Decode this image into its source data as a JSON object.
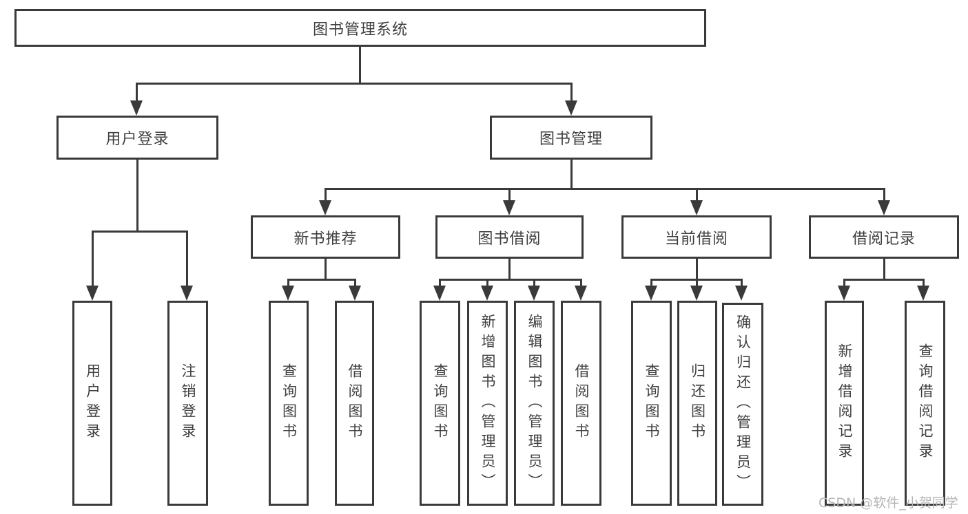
{
  "tree": {
    "root": "图书管理系统",
    "branches": [
      {
        "label": "用户登录",
        "children": [
          "用户登录",
          "注销登录"
        ]
      },
      {
        "label": "图书管理",
        "children": [
          {
            "label": "新书推荐",
            "children": [
              "查询图书",
              "借阅图书"
            ]
          },
          {
            "label": "图书借阅",
            "children": [
              "查询图书",
              "新增图书（管理员）",
              "编辑图书（管理员）",
              "借阅图书"
            ]
          },
          {
            "label": "当前借阅",
            "children": [
              "查询图书",
              "归还图书",
              "确认归还（管理员）"
            ]
          },
          {
            "label": "借阅记录",
            "children": [
              "新增借阅记录",
              "查询借阅记录"
            ]
          }
        ]
      }
    ]
  },
  "watermark": "CSDN @软件_小贺同学",
  "colors": {
    "line": "#3a3a3a",
    "text": "#3f3f3f",
    "watermark": "#b5b5b5",
    "background": "#ffffff"
  }
}
